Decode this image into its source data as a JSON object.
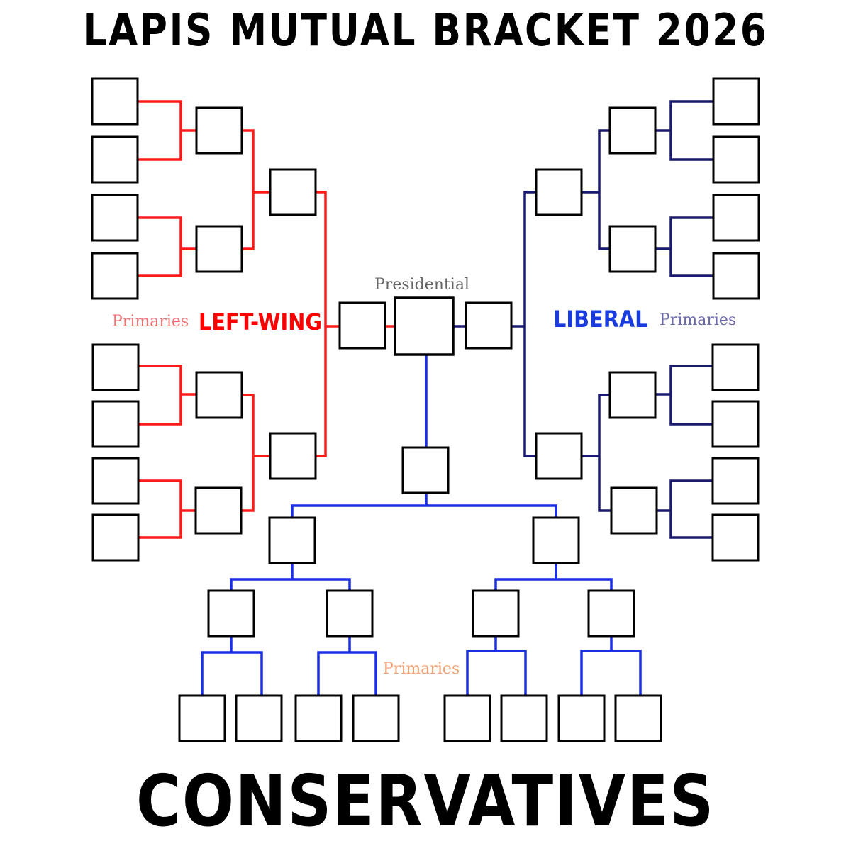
{
  "header": {
    "title": "LAPIS MUTUAL BRACKET 2026"
  },
  "footer": {
    "title": "CONSERVATIVES"
  },
  "labels": {
    "presidential": "Presidential",
    "left_wing": "LEFT-WING",
    "liberal": "LIBERAL",
    "primaries_left": "Primaries",
    "primaries_right": "Primaries",
    "primaries_bottom": "Primaries"
  },
  "colors": {
    "left_wing_lines": "#ff1a1a",
    "liberal_lines": "#1a1a6e",
    "conservative_lines": "#1a2ee6",
    "left_wing_text": "#ff0000",
    "liberal_text": "#1a3cde",
    "primaries_left_text": "#f07070",
    "primaries_right_text": "#6a6aaa",
    "primaries_bottom_text": "#f0a070",
    "presidential_text": "#666666",
    "box_border": "#000000"
  }
}
